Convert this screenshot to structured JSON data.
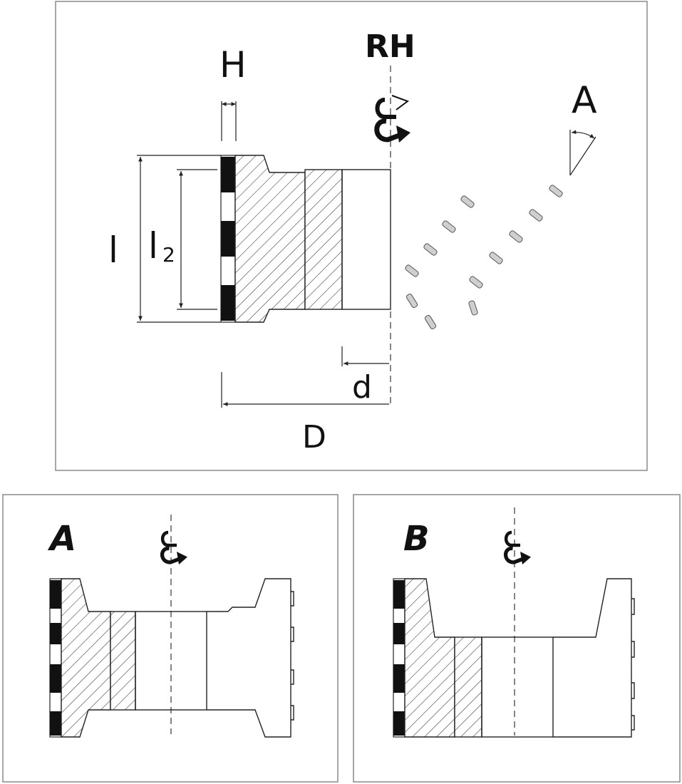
{
  "main_panel": {
    "label_H": "H",
    "label_RH": "RH",
    "label_A": "A",
    "label_l": "l",
    "label_l2_main": "l",
    "label_l2_sub": "2",
    "label_d": "d",
    "label_D": "D"
  },
  "panel_a": {
    "title": "A"
  },
  "panel_b": {
    "title": "B"
  }
}
